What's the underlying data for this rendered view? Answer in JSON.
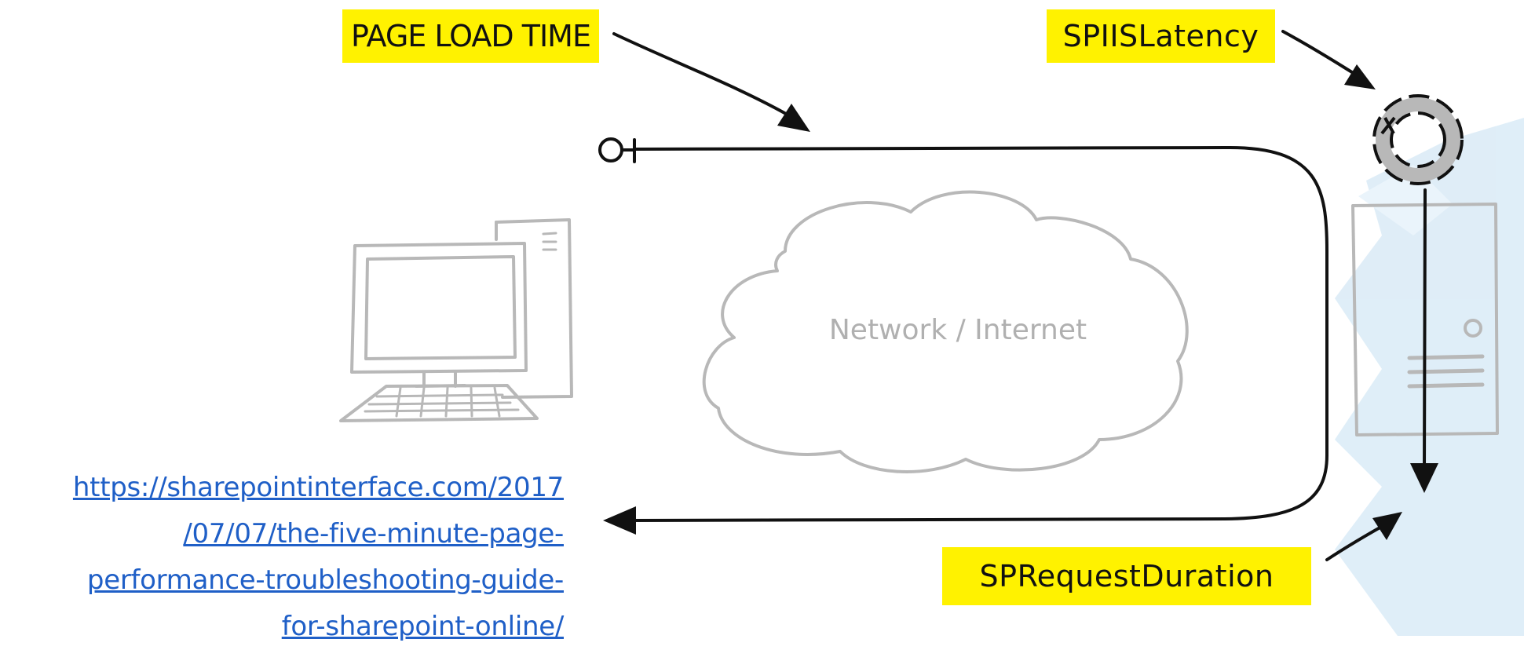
{
  "labels": {
    "page_load_time": "PAGE LOAD TIME",
    "sp_iis_latency": "SPIISLatency",
    "sp_request_duration": "SPRequestDuration"
  },
  "cloud": {
    "text": "Network / Internet"
  },
  "link": {
    "lines": [
      "https://sharepointinterface.com/2017",
      "/07/07/the-five-minute-page-",
      "performance-troubleshooting-guide-",
      "for-sharepoint-online/"
    ]
  },
  "colors": {
    "highlight": "#fff200",
    "link": "#1f5fc7",
    "sketch_gray": "#b8b8b8",
    "arrow": "#111111",
    "server_accent": "#cfe6f5"
  }
}
